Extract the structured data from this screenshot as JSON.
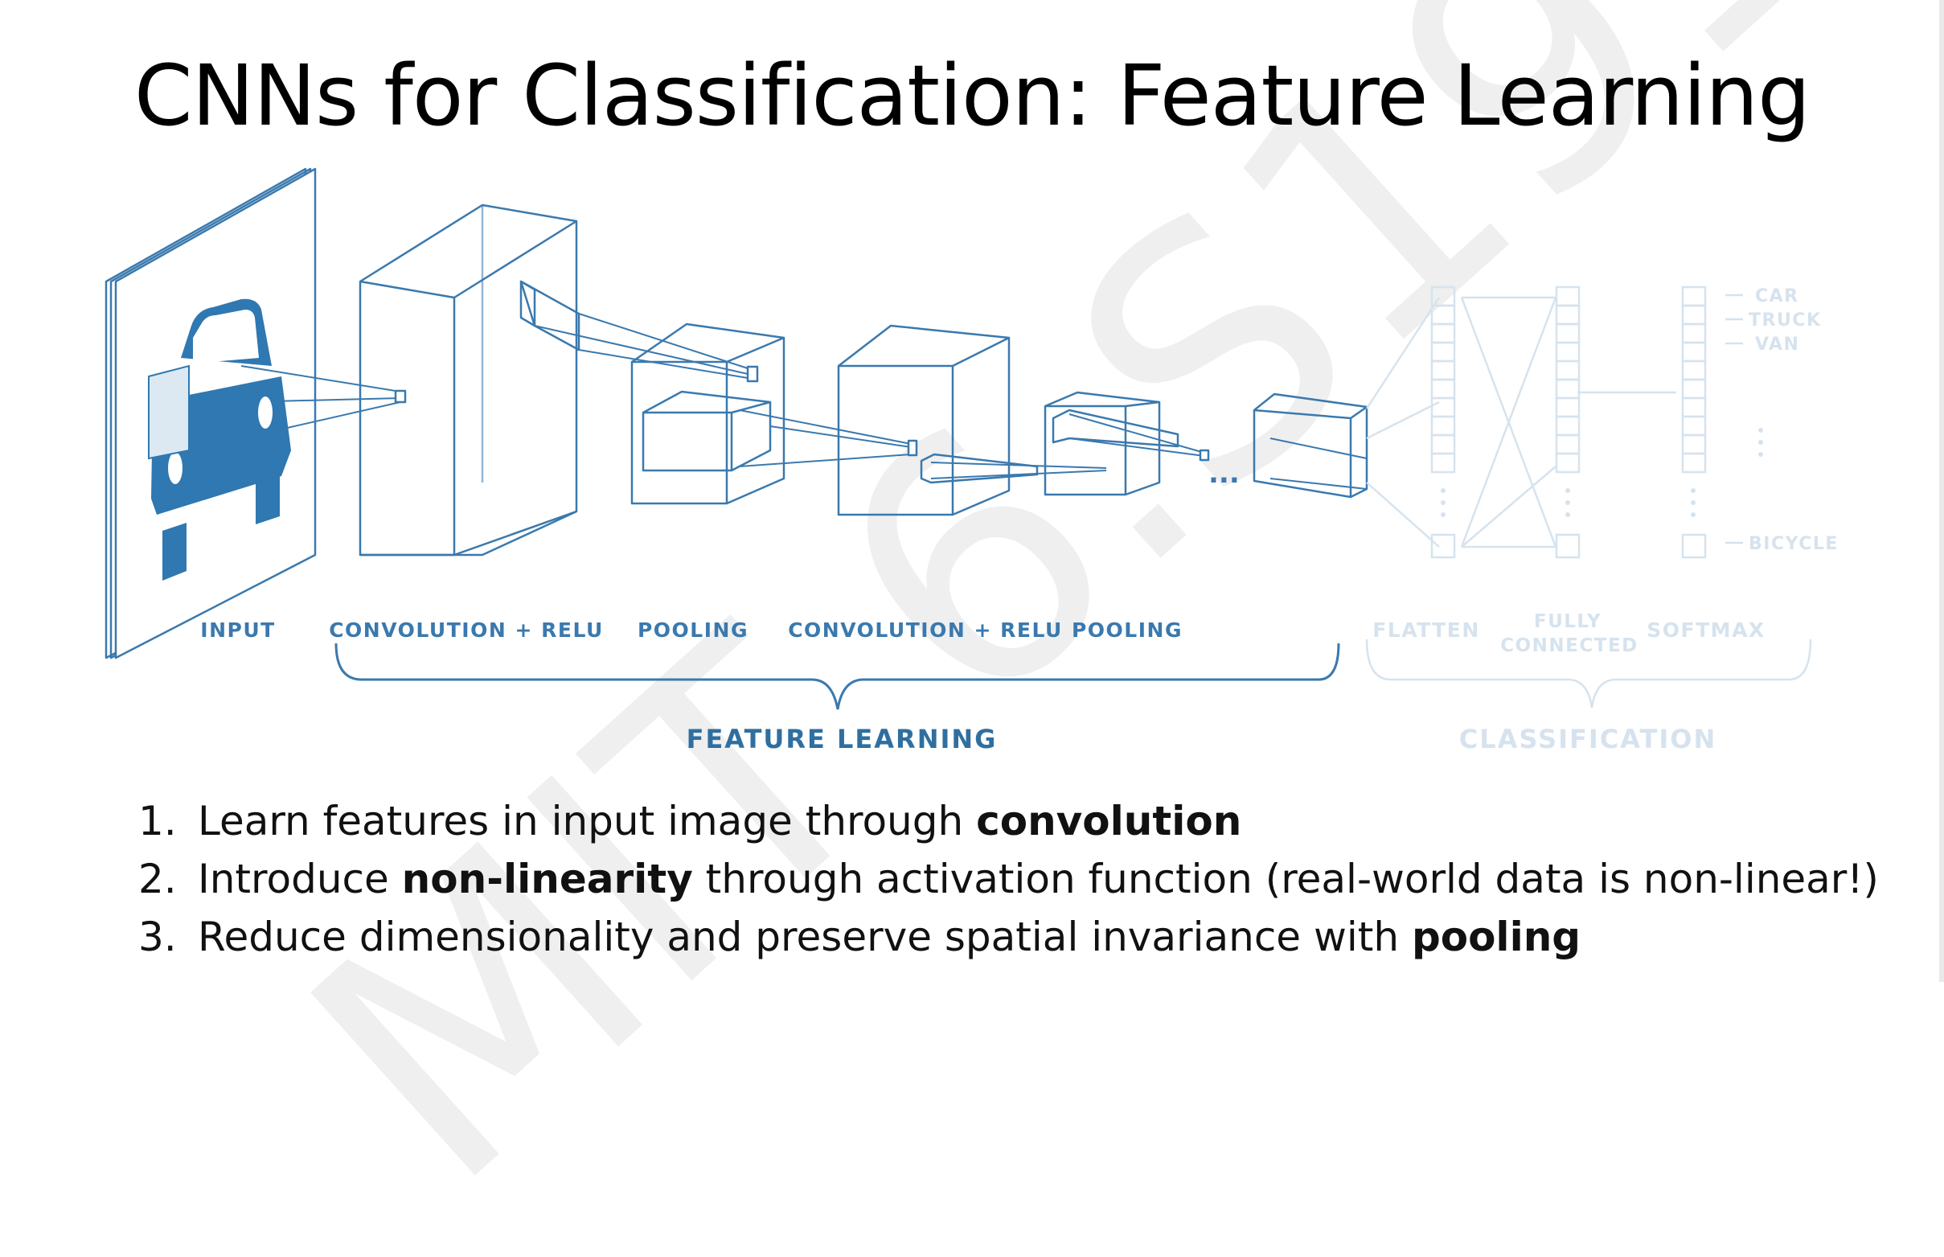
{
  "title": "CNNs for Classification: Feature Learning",
  "watermark": "MIT 6.S191",
  "diagram": {
    "stage_labels": {
      "input": "INPUT",
      "conv1": "CONVOLUTION + RELU",
      "pool1": "POOLING",
      "conv2": "CONVOLUTION + RELU",
      "pool2": "POOLING",
      "flatten": "FLATTEN",
      "fc_line1": "FULLY",
      "fc_line2": "CONNECTED",
      "softmax": "SOFTMAX"
    },
    "group_labels": {
      "feature_learning": "FEATURE LEARNING",
      "classification": "CLASSIFICATION"
    },
    "classes": [
      "CAR",
      "TRUCK",
      "VAN",
      "BICYCLE"
    ],
    "ellipsis": "...",
    "colors": {
      "primary": "#3a79ae",
      "faded": "#d6e3ee",
      "car_fill": "#2f78b1"
    }
  },
  "points": [
    {
      "num": "1.",
      "pre": "Learn features in input image through ",
      "bold": "convolution",
      "post": ""
    },
    {
      "num": "2.",
      "pre": "Introduce ",
      "bold": "non-linearity",
      "post": " through activation function (real-world data is non-linear!)"
    },
    {
      "num": "3.",
      "pre": "Reduce dimensionality and preserve spatial invariance with ",
      "bold": "pooling",
      "post": ""
    }
  ]
}
